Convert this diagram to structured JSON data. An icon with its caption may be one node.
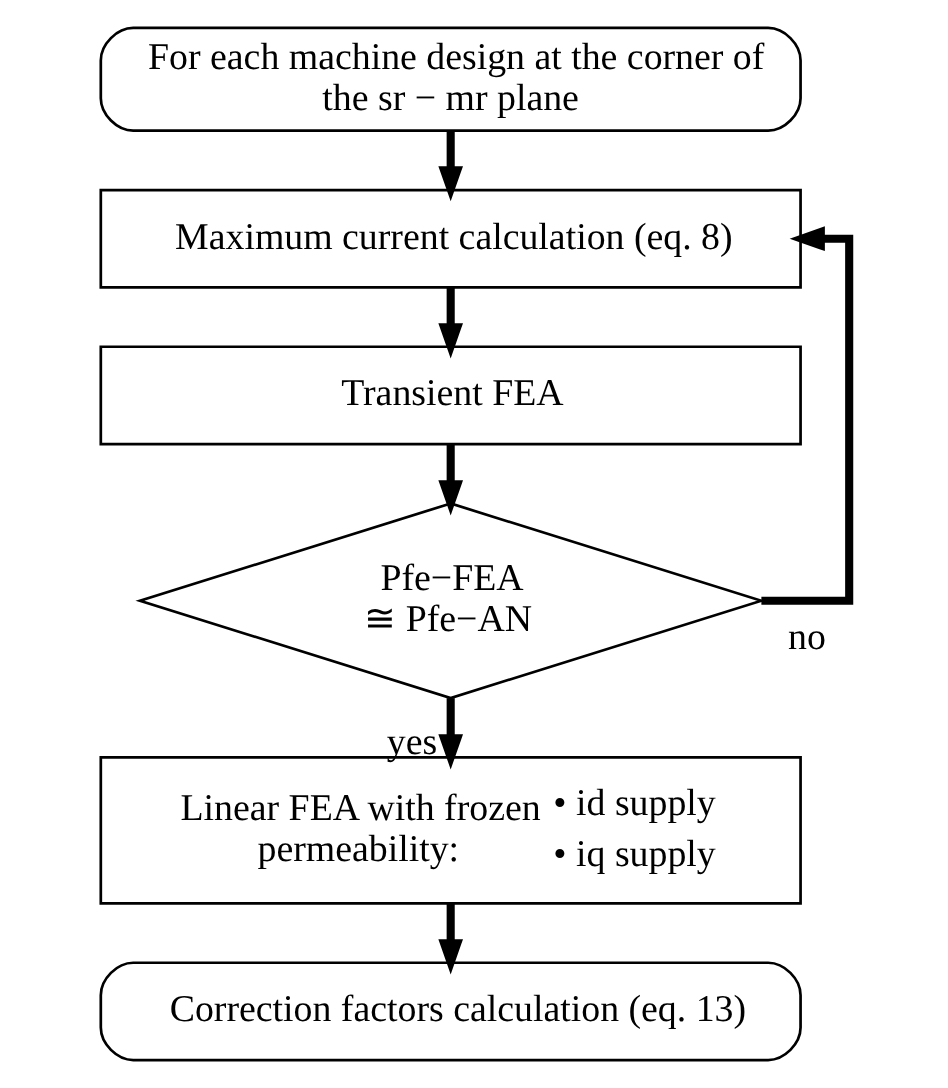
{
  "diagram": {
    "nodes": [
      {
        "text": [
          "For each machine design at the corner of the sr − mr plane"
        ]
      },
      {
        "text": [
          "Maximum current calculation (eq. 8)"
        ]
      },
      {
        "text": [
          "Transient FEA"
        ]
      },
      {
        "text": [
          "Pfe−FEA ≅ Pfe−AN"
        ]
      },
      {
        "text": [
          "Linear FEA with frozen permeability:",
          "• id supply",
          "• iq supply"
        ]
      },
      {
        "text": [
          "Correction factors calculation (eq. 13)"
        ]
      }
    ],
    "edges": [
      {
        "from": 0,
        "to": 1,
        "arrow": "to"
      },
      {
        "from": 1,
        "to": 2,
        "arrow": "to"
      },
      {
        "from": 2,
        "to": 3,
        "arrow": "to"
      },
      {
        "from": 3,
        "to": 4,
        "arrow": "to",
        "label": "yes"
      },
      {
        "from": 3,
        "to": 1,
        "arrow": "to",
        "label": "no"
      },
      {
        "from": 4,
        "to": 5,
        "arrow": "to"
      }
    ]
  }
}
